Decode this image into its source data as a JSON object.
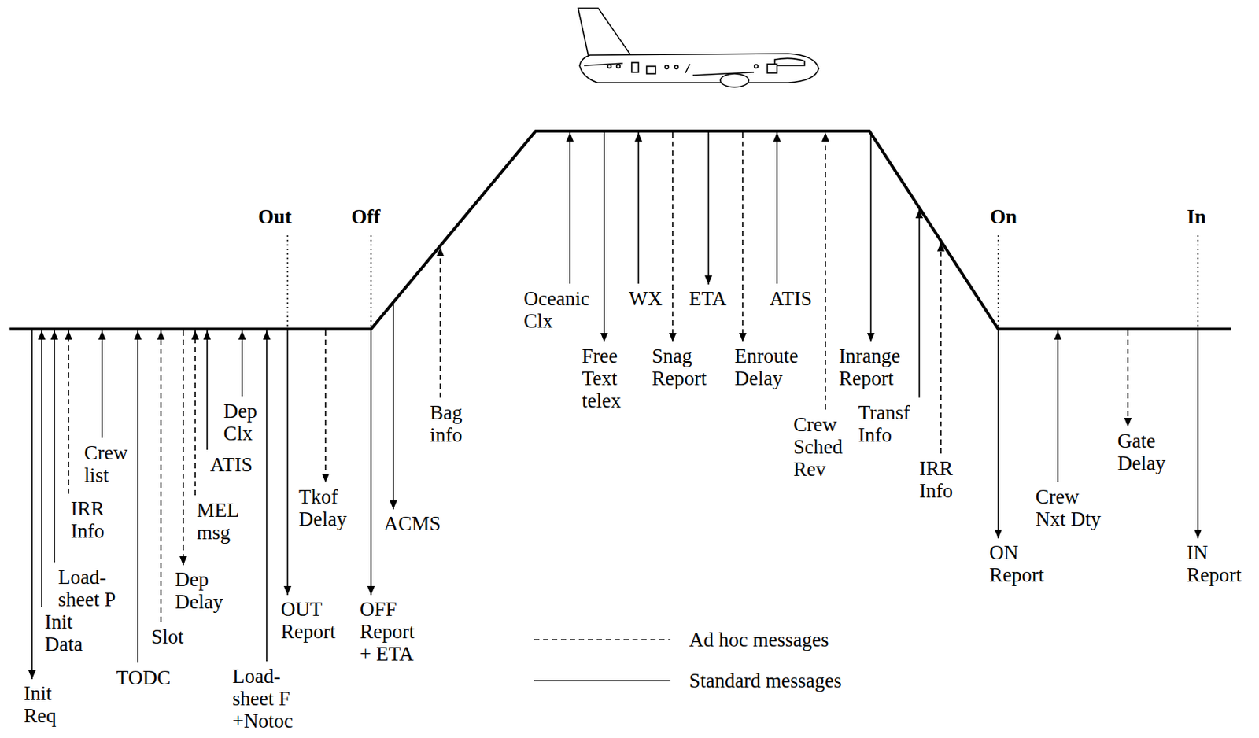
{
  "diagram": {
    "labels": [
      "Out",
      "Off",
      "On",
      "In",
      "Init Req",
      "Init Data",
      "Load- sheet P",
      "IRR Info",
      "Crew list",
      "TODC",
      "Slot",
      "Dep Delay",
      "MEL msg",
      "ATIS",
      "Dep Clx",
      "Load- sheet F +Notoc",
      "OUT Report",
      "Tkof Delay",
      "OFF Report + ETA",
      "ACMS",
      "Bag info",
      "Oceanic Clx",
      "Free Text telex",
      "WX",
      "Snag Report",
      "ETA",
      "Enroute Delay",
      "ATIS",
      "Crew Sched Rev",
      "Inrange Report",
      "Transf Info",
      "IRR Info",
      "ON Report",
      "Crew Nxt Dty",
      "Gate Delay",
      "IN Report"
    ],
    "legend": [
      {
        "text": "Ad hoc messages"
      },
      {
        "text": "Standard messages"
      }
    ]
  }
}
